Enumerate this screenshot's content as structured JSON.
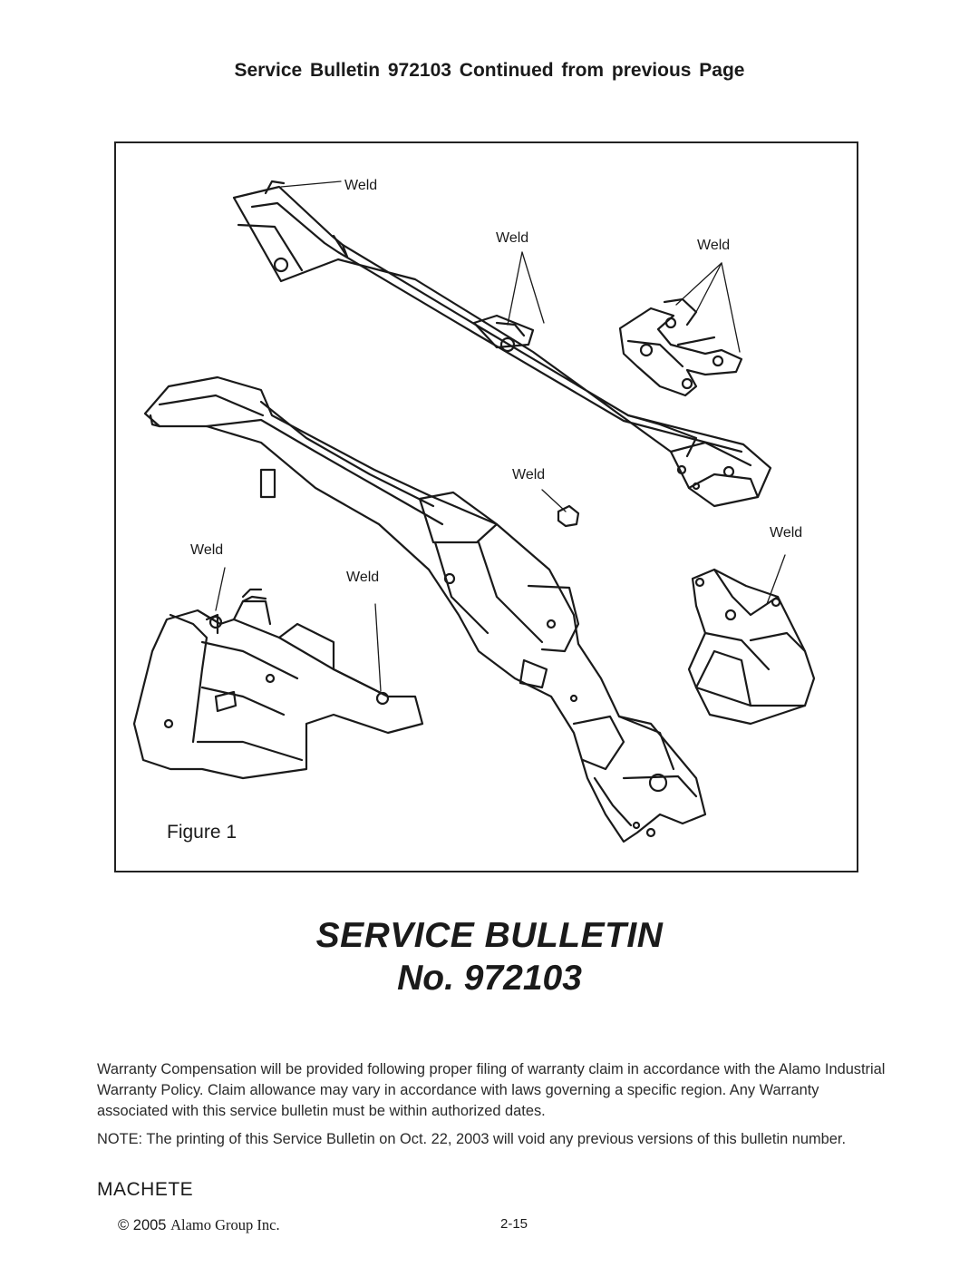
{
  "header": {
    "text": "Service Bulletin 972103 Continued from previous Page"
  },
  "figure": {
    "caption": "Figure 1",
    "weld_labels": [
      "Weld",
      "Weld",
      "Weld",
      "Weld",
      "Weld",
      "Weld",
      "Weld"
    ]
  },
  "title": {
    "line1": "SERVICE BULLETIN",
    "line2": "No. 972103"
  },
  "warranty_text": "Warranty Compensation will be provided following proper filing of warranty claim in accordance with the Alamo Industrial Warranty Policy. Claim allowance may vary in accordance with laws governing a specific region. Any Warranty associated with this service bulletin must be within authorized dates.",
  "note_text": "NOTE: The printing of this Service Bulletin on Oct. 22, 2003 will void any previous versions of this bulletin number.",
  "footer": {
    "product": "MACHETE",
    "copyright_symbol": "©",
    "copyright_year": "2005",
    "copyright_owner": "Alamo Group Inc.",
    "page_number": "2-15"
  }
}
